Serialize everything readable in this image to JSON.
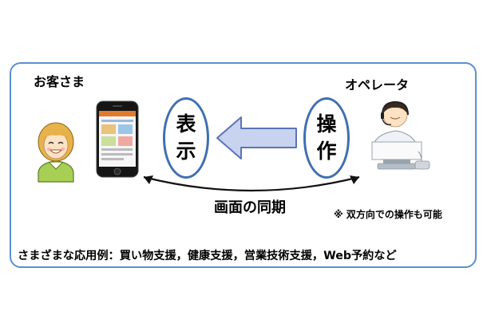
{
  "customer": {
    "label": "お客さま"
  },
  "operator": {
    "label": "オペレータ"
  },
  "display_circle": {
    "line1": "表",
    "line2": "示"
  },
  "operation_circle": {
    "line1": "操",
    "line2": "作"
  },
  "sync_label": "画面の同期",
  "bidirectional_note": "※ 双方向での操作も可能",
  "use_cases": "さまざまな応用例：買い物支援，健康支援，営業技術支援，Web予約など",
  "colors": {
    "frame": "#5b8fd0",
    "circle_border": "#3f6fb0",
    "arrow_fill": "#c7d3ef",
    "arrow_stroke": "#5c73b6"
  }
}
